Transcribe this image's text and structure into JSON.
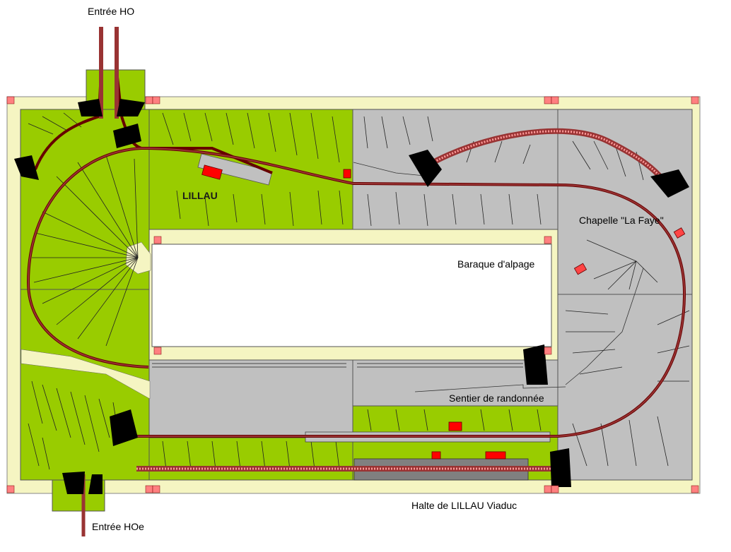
{
  "labels": {
    "entree_ho": "Entrée HO",
    "lillau": "LILLAU",
    "chapelle": "Chapelle \"La Faye\"",
    "baraque": "Baraque d'alpage",
    "sentier": "Sentier de randonnée",
    "halte": "Halte de LILLAU Viaduc",
    "entree_hoe": "Entrée HOe"
  },
  "colors": {
    "frame": "#f5f5c2",
    "grass": "#99cc00",
    "rock": "#c0c0c0",
    "track": "#660000",
    "track_fill": "#993333",
    "building": "#ff0000",
    "platform": "#808080",
    "corner": "#ff8080",
    "white": "#ffffff"
  }
}
